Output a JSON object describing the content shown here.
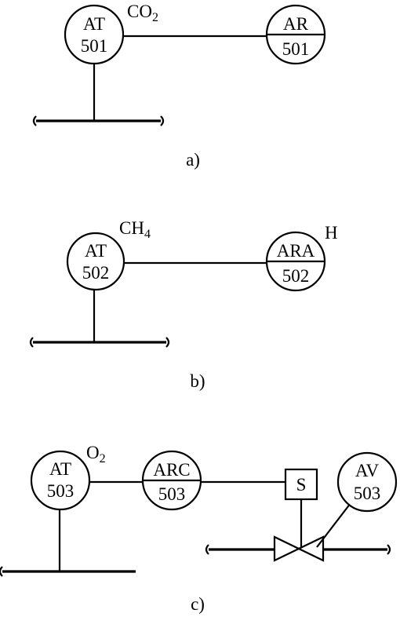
{
  "diagram_a": {
    "caption": "a)",
    "at": {
      "letters": "AT",
      "number": "501"
    },
    "ar": {
      "letters": "AR",
      "number": "501"
    },
    "medium": {
      "base": "CO",
      "sub": "2"
    }
  },
  "diagram_b": {
    "caption": "b)",
    "at": {
      "letters": "AT",
      "number": "502"
    },
    "ara": {
      "letters": "ARA",
      "number": "502"
    },
    "medium": {
      "base": "CH",
      "sub": "4"
    },
    "alarm": "H"
  },
  "diagram_c": {
    "caption": "c)",
    "at": {
      "letters": "AT",
      "number": "503"
    },
    "arc": {
      "letters": "ARC",
      "number": "503"
    },
    "av": {
      "letters": "AV",
      "number": "503"
    },
    "medium": {
      "base": "O",
      "sub": "2"
    },
    "solenoid": "S"
  }
}
